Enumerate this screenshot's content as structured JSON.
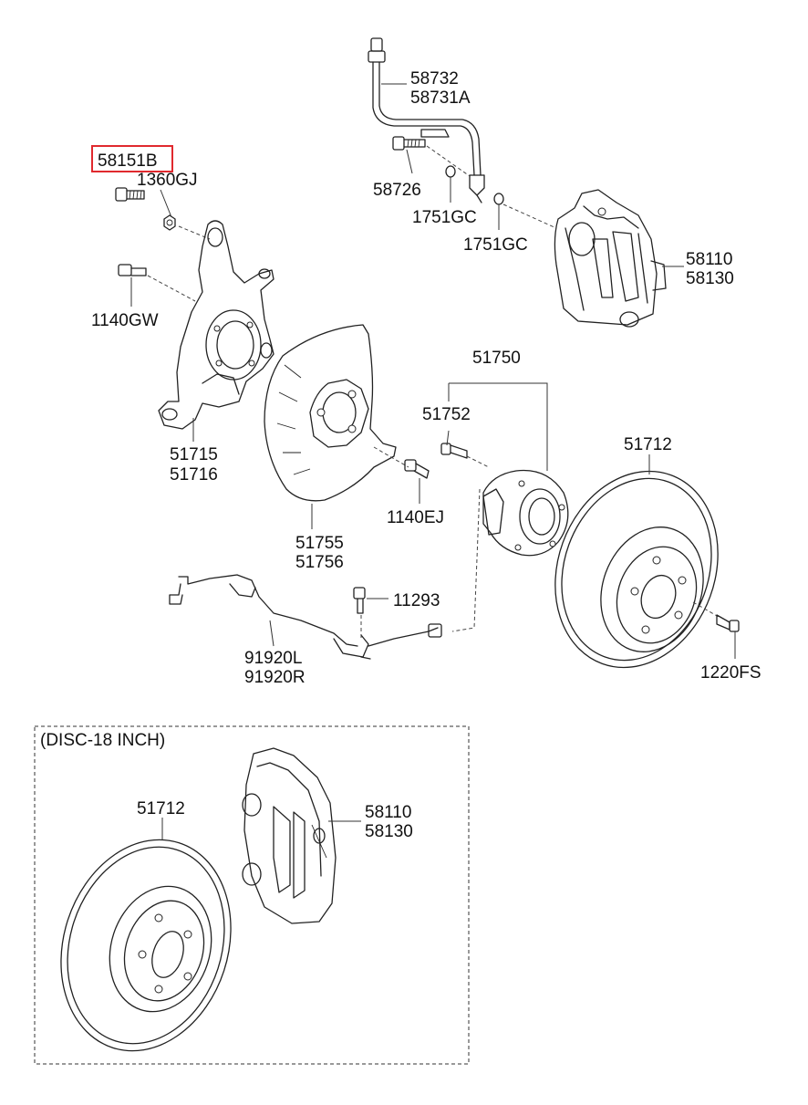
{
  "parts": {
    "brake_hose": {
      "line1": "58732",
      "line2": "58731A"
    },
    "bolt_58726": "58726",
    "washer_a": "1751GC",
    "washer_b": "1751GC",
    "caliper": {
      "line1": "58110",
      "line2": "58130"
    },
    "highlighted_part": "58151B",
    "nut_1360gj": "1360GJ",
    "bolt_1140gw": "1140GW",
    "knuckle": {
      "line1": "51715",
      "line2": "51716"
    },
    "hub_assembly": "51750",
    "hub_bolt": "51752",
    "disc": "51712",
    "bolt_1140ej": "1140EJ",
    "dust_cover": {
      "line1": "51755",
      "line2": "51756"
    },
    "bolt_11293": "11293",
    "wheel_sensor": {
      "line1": "91920L",
      "line2": "91920R"
    },
    "screw_1220fs": "1220FS"
  },
  "inset": {
    "title": "(DISC-18 INCH)",
    "disc": "51712",
    "caliper": {
      "line1": "58110",
      "line2": "58130"
    }
  },
  "colors": {
    "highlight": "#e0292e",
    "line": "#222222"
  }
}
